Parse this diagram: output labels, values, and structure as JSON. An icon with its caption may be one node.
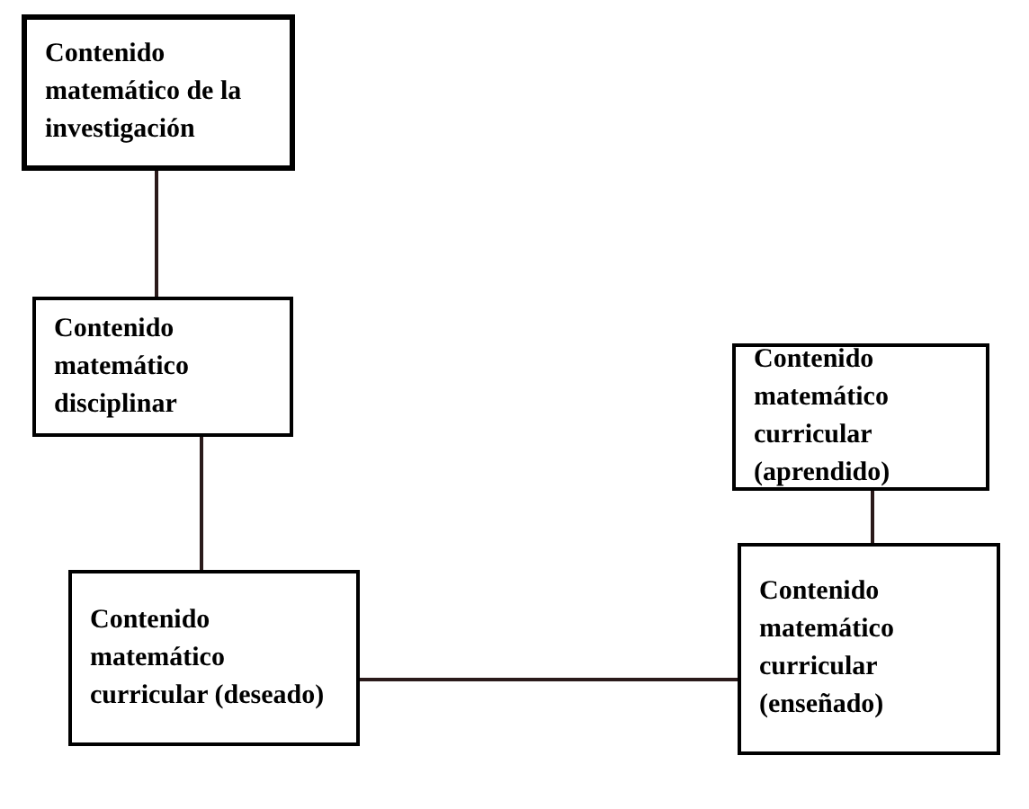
{
  "diagram": {
    "nodes": [
      {
        "text": [
          "Contenido matemático de la investigación"
        ]
      },
      {
        "text": [
          "Contenido matemático disciplinar"
        ]
      },
      {
        "text": [
          "Contenido matemático curricular (deseado)"
        ]
      },
      {
        "text": [
          "Contenido matemático curricular (aprendido)"
        ]
      },
      {
        "text": [
          "Contenido matemático curricular (enseñado)"
        ]
      }
    ],
    "edges": [
      {
        "from": 0,
        "to": 1,
        "arrow": "none"
      },
      {
        "from": 1,
        "to": 2,
        "arrow": "none"
      },
      {
        "from": 2,
        "to": 4,
        "arrow": "none"
      },
      {
        "from": 3,
        "to": 4,
        "arrow": "none"
      }
    ]
  }
}
